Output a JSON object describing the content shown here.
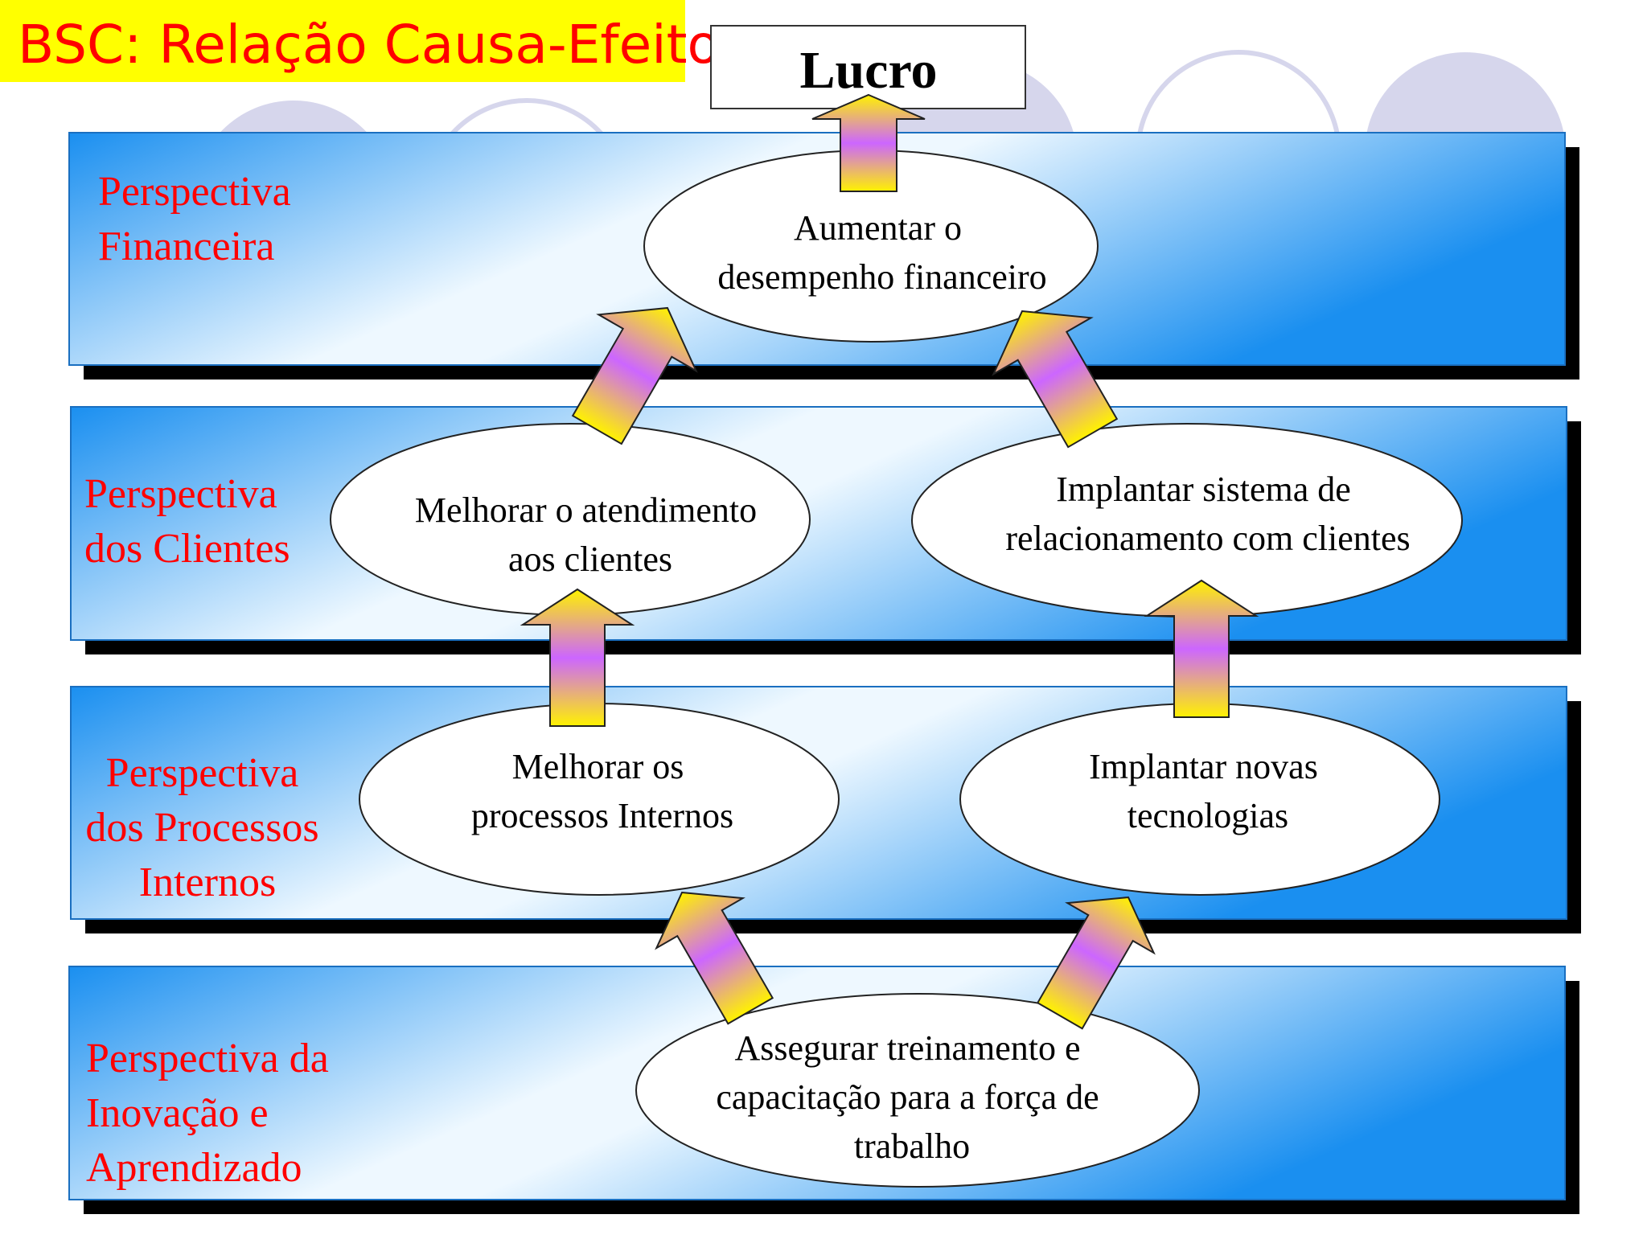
{
  "title": "BSC: Relação Causa-Efeito",
  "top_box": "Lucro",
  "perspectives": [
    {
      "lines": [
        "Perspectiva",
        "Financeira"
      ]
    },
    {
      "lines": [
        "Perspectiva",
        "dos Clientes"
      ]
    },
    {
      "lines": [
        "Perspectiva",
        "dos Processos",
        "Internos"
      ]
    },
    {
      "lines": [
        "Perspectiva da",
        "Inovação e",
        "Aprendizado"
      ]
    }
  ],
  "objectives": {
    "financial": [
      "Aumentar o",
      "desempenho financeiro"
    ],
    "customer_service": [
      "Melhorar o atendimento",
      "aos clientes"
    ],
    "crm": [
      "Implantar sistema de",
      "relacionamento com clientes"
    ],
    "processes": [
      "Melhorar os",
      "processos Internos"
    ],
    "technologies": [
      "Implantar novas",
      "tecnologias"
    ],
    "training": [
      "Assegurar treinamento e",
      "capacitação para a força de",
      "trabalho"
    ]
  },
  "colors": {
    "title_bg": "#ffff00",
    "title_text": "#ff0000",
    "perspective_text": "#ff0000",
    "band_edge": "#1a8ff0",
    "band_center": "#eef8ff",
    "band_shadow": "#000000",
    "arrow_top": "#fff200",
    "arrow_mid": "#cc66ff",
    "background_circles": "#d6d6ec"
  }
}
